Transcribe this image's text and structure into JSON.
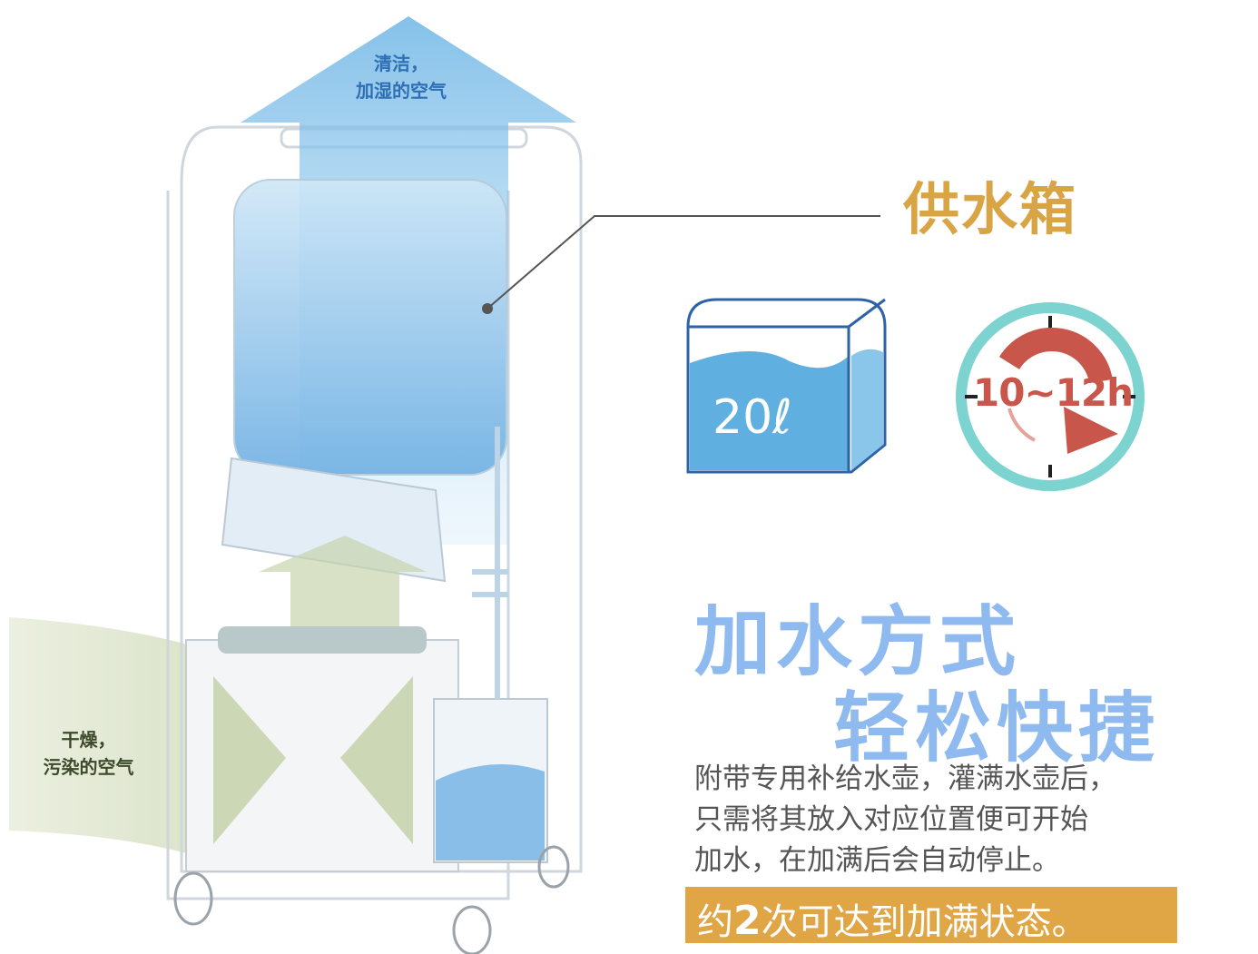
{
  "diagram": {
    "clean_air_label": [
      "清洁，",
      "加湿的空气"
    ],
    "dirty_air_label": [
      "干燥，",
      "污染的空气"
    ],
    "callout_title": "供水箱",
    "tank_icon": {
      "icon": "water-tank-icon",
      "volume": "20ℓ"
    },
    "clock_icon": {
      "icon": "clock-icon",
      "duration": "10~12h"
    },
    "heading_line1": "加水方式",
    "heading_line2": "轻松快捷",
    "description": [
      "附带专用补给水壶，灌满水壶后，",
      "只需将其放入对应位置便可开始",
      "加水，在加满后会自动停止。"
    ],
    "highlight": {
      "prefix": "约",
      "number": "2",
      "suffix": "次可达到加满状态。"
    },
    "colors": {
      "accent_gold": "#e0a544",
      "title_gold": "#d9a444",
      "heading_blue": "#8fbaf0",
      "clock_teal": "#7dd3cf",
      "clock_arrow": "#c9564a",
      "water_blue": "#6fb6e6"
    }
  }
}
